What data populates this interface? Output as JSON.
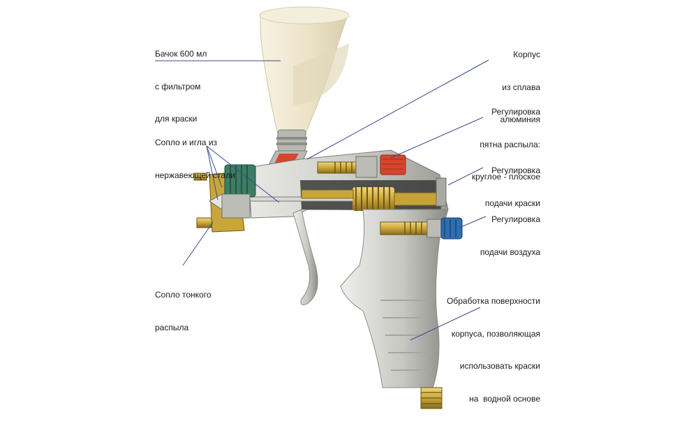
{
  "labels": {
    "tank": [
      "Бачок 600 мл",
      "с фильтром",
      "для краски"
    ],
    "nozzle_needle": [
      "Сопло и игла из",
      "нержавеющей стали"
    ],
    "fine_nozzle": [
      "Сопло тонкого",
      "распыла"
    ],
    "body": [
      "Корпус",
      "из сплава",
      "алюминия"
    ],
    "pattern": [
      "Регулировка",
      "пятна распыла:",
      "круглое - плоское"
    ],
    "paint_feed": [
      "Регулировка",
      "подачи краски"
    ],
    "air_feed": [
      "Регулировка",
      "подачи воздуха"
    ],
    "surface": [
      "Обработка поверхности",
      "корпуса, позволяющая",
      "использовать краски",
      "на  водной основе"
    ]
  },
  "colors": {
    "line": "#3a4a8c",
    "cup": "#efe7cf",
    "body": "#c9c9c4",
    "brass": "#c9a63a",
    "red": "#d8452c",
    "blue": "#2f6fb0",
    "green": "#3c7d66"
  }
}
